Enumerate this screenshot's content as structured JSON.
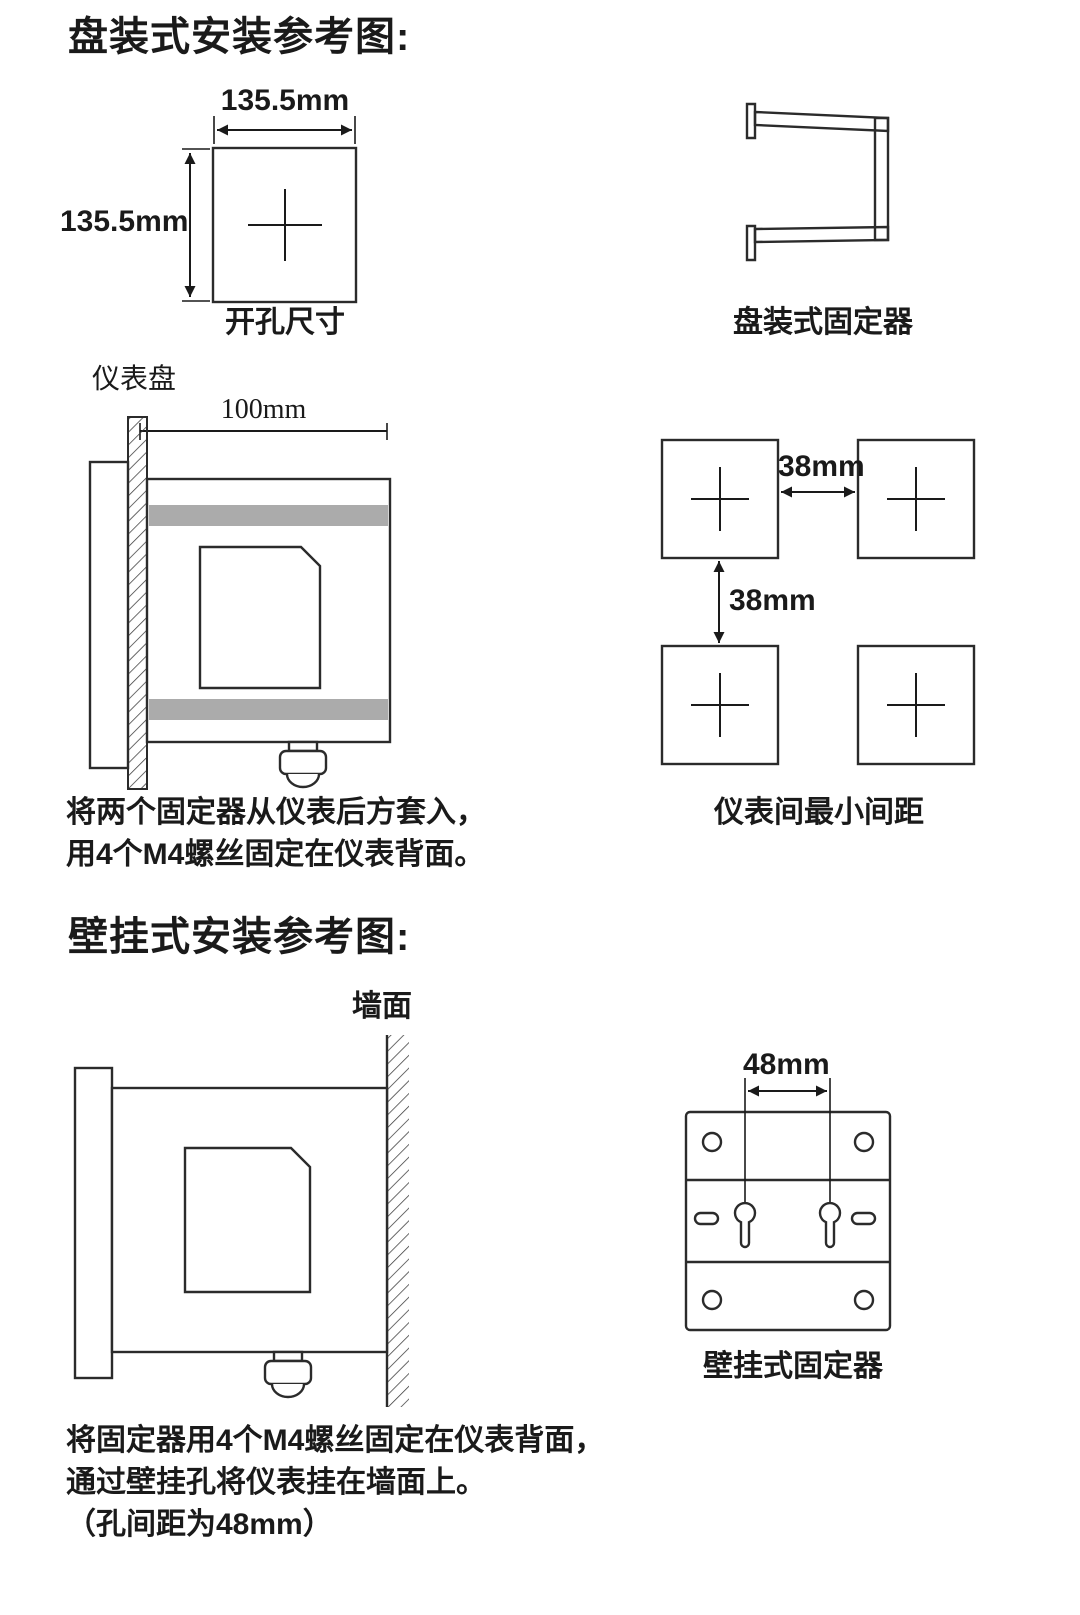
{
  "colors": {
    "ink": "#1a1a1a",
    "line": "#2b2b2b",
    "clamp_gray": "#ababab"
  },
  "panel_mount": {
    "title": "盘装式安装参考图:",
    "cutout": {
      "width": "135.5mm",
      "height": "135.5mm",
      "caption": "开孔尺寸"
    },
    "fixture_caption": "盘装式固定器",
    "side_view": {
      "panel_label": "仪表盘",
      "depth": "100mm"
    },
    "note_line1": "将两个固定器从仪表后方套入，",
    "note_line2": "用4个M4螺丝固定在仪表背面。",
    "spacing": {
      "horizontal": "38mm",
      "vertical": "38mm",
      "caption": "仪表间最小间距"
    }
  },
  "wall_mount": {
    "title": "壁挂式安装参考图:",
    "wall_label": "墙面",
    "note_line1": "将固定器用4个M4螺丝固定在仪表背面，",
    "note_line2": "通过壁挂孔将仪表挂在墙面上。",
    "note_line3": "（孔间距为48mm）",
    "fixture": {
      "hole_spacing": "48mm",
      "caption": "壁挂式固定器"
    }
  }
}
